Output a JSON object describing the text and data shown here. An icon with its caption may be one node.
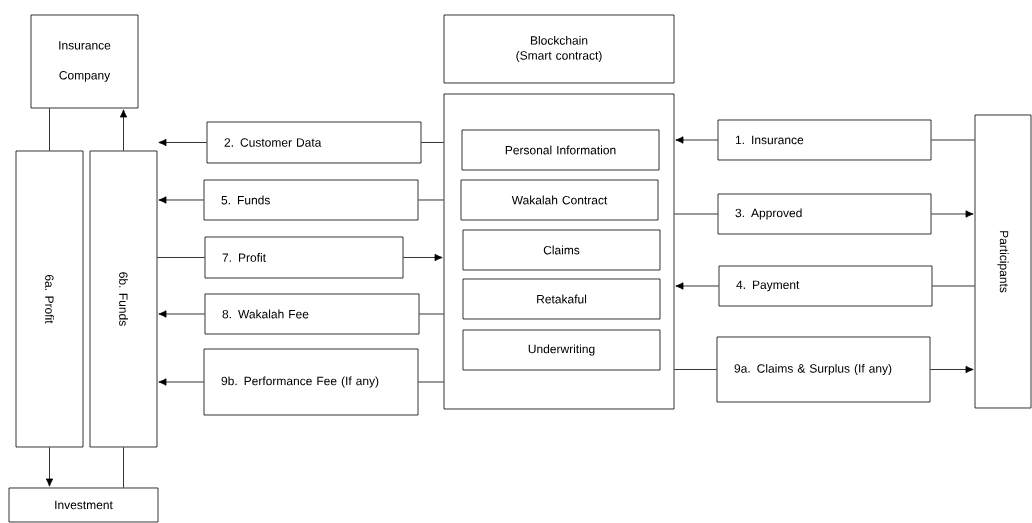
{
  "diagram": {
    "nodes": [
      {
        "text": [
          "Insurance Company"
        ]
      },
      {
        "text": [
          "Blockchain (Smart contract)"
        ]
      },
      {
        "text": [],
        "shape": "box"
      },
      {
        "text": [
          "Personal Information"
        ],
        "in": 2
      },
      {
        "text": [
          "Wakalah Contract"
        ],
        "in": 2
      },
      {
        "text": [
          "Claims"
        ],
        "in": 2
      },
      {
        "text": [
          "Retakaful"
        ],
        "in": 2
      },
      {
        "text": [
          "Underwriting"
        ],
        "in": 2
      },
      {
        "text": [
          "6a. Profit"
        ]
      },
      {
        "text": [
          "6b. Funds"
        ]
      },
      {
        "text": [
          "2. Customer Data"
        ]
      },
      {
        "text": [
          "5. Funds"
        ]
      },
      {
        "text": [
          "7. Profit"
        ]
      },
      {
        "text": [
          "8. Wakalah Fee"
        ]
      },
      {
        "text": [
          "9b. Performance Fee (If any)"
        ]
      },
      {
        "text": [
          "1. Insurance"
        ]
      },
      {
        "text": [
          "3. Approved"
        ]
      },
      {
        "text": [
          "4. Payment"
        ]
      },
      {
        "text": [
          "9a. Claims & Surplus (If any)"
        ]
      },
      {
        "text": [
          "Participants"
        ]
      },
      {
        "text": [
          "Investment"
        ]
      }
    ],
    "edges": [
      {
        "from": 19,
        "to": 15,
        "arrow": "none"
      },
      {
        "from": 15,
        "to": 2,
        "arrow": "to"
      },
      {
        "from": 2,
        "to": 10,
        "arrow": "none"
      },
      {
        "from": 10,
        "to": 9,
        "arrow": "to"
      },
      {
        "from": 2,
        "to": 16,
        "arrow": "none"
      },
      {
        "from": 16,
        "to": 19,
        "arrow": "to"
      },
      {
        "from": 19,
        "to": 17,
        "arrow": "none"
      },
      {
        "from": 17,
        "to": 2,
        "arrow": "to"
      },
      {
        "from": 2,
        "to": 11,
        "arrow": "none"
      },
      {
        "from": 11,
        "to": 9,
        "arrow": "to"
      },
      {
        "from": 9,
        "to": 0,
        "arrow": "to"
      },
      {
        "from": 0,
        "to": 8,
        "arrow": "none"
      },
      {
        "from": 8,
        "to": 20,
        "arrow": "to"
      },
      {
        "from": 20,
        "to": 9,
        "arrow": "none"
      },
      {
        "from": 9,
        "to": 12,
        "arrow": "none"
      },
      {
        "from": 12,
        "to": 2,
        "arrow": "to"
      },
      {
        "from": 2,
        "to": 13,
        "arrow": "none"
      },
      {
        "from": 13,
        "to": 9,
        "arrow": "to"
      },
      {
        "from": 2,
        "to": 18,
        "arrow": "none"
      },
      {
        "from": 18,
        "to": 19,
        "arrow": "to"
      },
      {
        "from": 2,
        "to": 14,
        "arrow": "none"
      },
      {
        "from": 14,
        "to": 9,
        "arrow": "to"
      }
    ]
  }
}
